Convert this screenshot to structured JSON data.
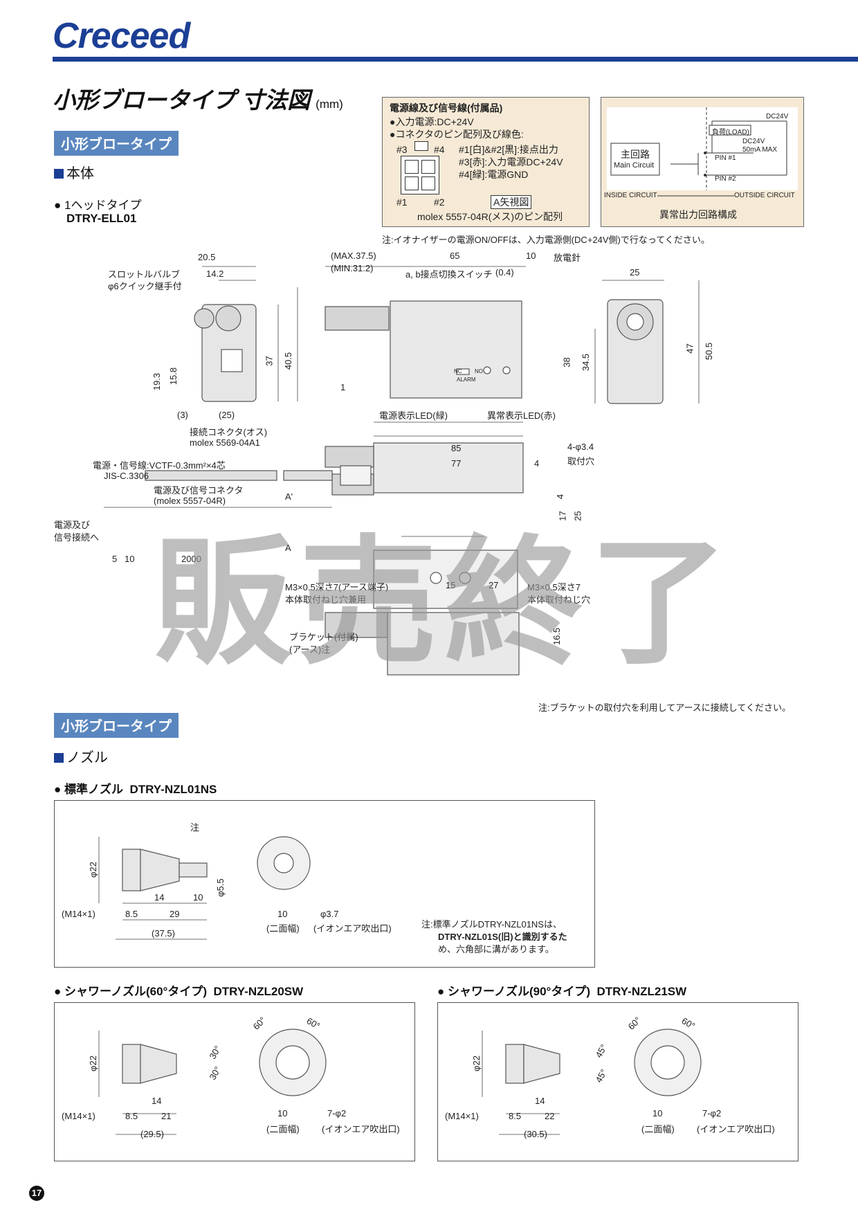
{
  "brand": "Creceed",
  "page_title": "小形ブロータイプ 寸法図",
  "page_title_unit": "(mm)",
  "section1": {
    "tag": "小形ブロータイプ",
    "subheading": "本体",
    "item_title": "1ヘッドタイプ",
    "item_model": "DTRY-ELL01"
  },
  "wiring_box": {
    "title": "電源線及び信号線(付属品)",
    "line1": "入力電源:DC+24V",
    "line2": "コネクタのピン配列及び線色:",
    "pins": [
      "#1[白]&#2[黒]:接点出力",
      "#3[赤]:入力電源DC+24V",
      "#4[緑]:電源GND"
    ],
    "pin_labels": [
      "#3",
      "#4",
      "#1",
      "#2"
    ],
    "view_label": "A矢視図",
    "caption": "molex 5557-04R(メス)のピン配列"
  },
  "circuit_box": {
    "dc24v": "DC24V",
    "load": "負荷(LOAD)",
    "dc24v_max": "DC24V",
    "max_current": "50mA MAX",
    "main_circuit_jp": "主回路",
    "main_circuit_en": "Main Circuit",
    "pin1": "PIN #1",
    "pin2": "PIN #2",
    "inside": "INSIDE CIRCUIT",
    "outside": "OUTSIDE CIRCUIT",
    "caption": "異常出力回路構成"
  },
  "power_note": "注:イオナイザーの電源ON/OFFは、入力電源側(DC+24V側)で行なってください。",
  "body_labels": {
    "throttle_valve": "スロットルバルブ",
    "quick_fitting": "φ6クイック継手付",
    "switch": "a, b接点切換スイッチ",
    "discharge_needle": "放電針",
    "power_led": "電源表示LED(緑)",
    "alarm_led": "異常表示LED(赤)",
    "connector_male": "接続コネクタ(オス)",
    "connector_model": "molex 5569-04A1",
    "cable_spec": "電源・信号線:VCTF-0.3mm²×4芯",
    "cable_std": "JIS-C.3306",
    "signal_connector": "電源及び信号コネクタ",
    "signal_connector_model": "(molex 5557-04R)",
    "to_power_line1": "電源及び",
    "to_power_line2": "信号接続へ",
    "mount_hole": "4-φ3.4",
    "mount_hole2": "取付穴",
    "m3_left_1": "M3×0.5深さ7(アース端子)",
    "m3_left_2": "本体取付ねじ穴兼用",
    "m3_right_1": "M3×0.5深さ7",
    "m3_right_2": "本体取付ねじ穴",
    "bracket_1": "ブラケット(付属)",
    "bracket_2": "(アース)注",
    "nc": "NC",
    "no": "NO",
    "alarm": "ALARM",
    "arrow_a": "A'",
    "arrow_a2": "A"
  },
  "body_dims": [
    "20.5",
    "14.2",
    "37",
    "40.5",
    "19.3",
    "15.8",
    "(3)",
    "(25)",
    "(MAX.37.5)",
    "(MIN.31.2)",
    "65",
    "10",
    "(0.4)",
    "1",
    "25",
    "38",
    "34.5",
    "47",
    "50.5",
    "85",
    "77",
    "4",
    "4",
    "17",
    "25",
    "5",
    "10",
    "2000",
    "15",
    "27",
    "16.5"
  ],
  "bracket_note": "注:ブラケットの取付穴を利用してアースに接続してください。",
  "stamp": "販売終了",
  "section2": {
    "tag": "小形ブロータイプ",
    "subheading": "ノズル"
  },
  "nozzle_std": {
    "title": "標準ノズル",
    "model": "DTRY-NZL01NS",
    "note_mark": "注",
    "dims": [
      "φ22",
      "φ5.5",
      "14",
      "10",
      "8.5",
      "29",
      "(37.5)",
      "(M14×1)",
      "10",
      "(二面幅)",
      "φ3.7",
      "(イオンエア吹出口)"
    ],
    "note_1": "注:標準ノズルDTRY-NZL01NSは、",
    "note_2": "DTRY-NZL01S(旧)と識別するた",
    "note_3": "め、六角部に溝があります。"
  },
  "nozzle_60": {
    "title": "シャワーノズル(60°タイプ)",
    "model": "DTRY-NZL20SW",
    "dims": [
      "φ22",
      "30°",
      "30°",
      "14",
      "8.5",
      "21",
      "(29.5)",
      "(M14×1)",
      "60°",
      "60°",
      "10",
      "(二面幅)",
      "7-φ2",
      "(イオンエア吹出口)"
    ]
  },
  "nozzle_90": {
    "title": "シャワーノズル(90°タイプ)",
    "model": "DTRY-NZL21SW",
    "dims": [
      "φ22",
      "45°",
      "45°",
      "14",
      "8.5",
      "22",
      "(30.5)",
      "(M14×1)",
      "60°",
      "60°",
      "10",
      "(二面幅)",
      "7-φ2",
      "(イオンエア吹出口)"
    ]
  },
  "page_number": "17"
}
